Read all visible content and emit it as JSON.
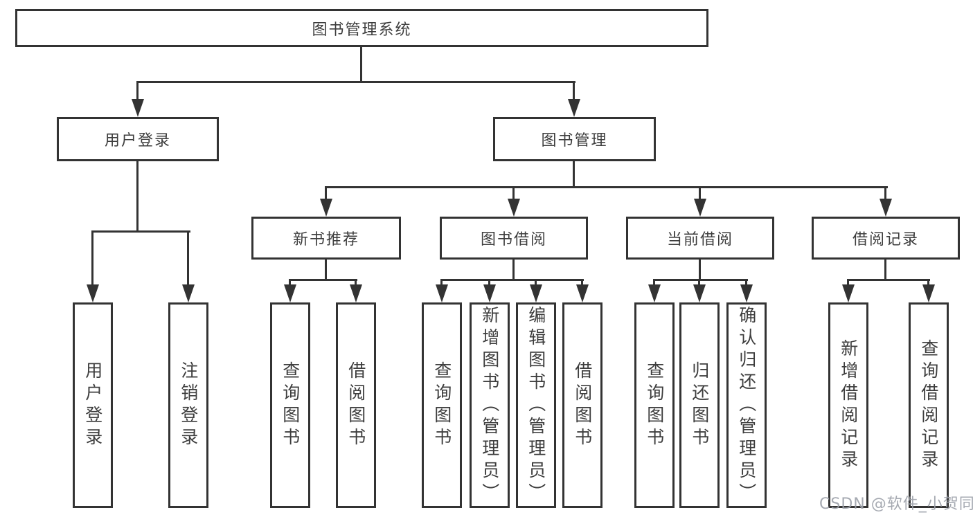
{
  "diagram": {
    "root": "图书管理系统",
    "user_login": {
      "label": "用户登录",
      "children": [
        "用户登录",
        "注销登录"
      ]
    },
    "book_mgmt": {
      "label": "图书管理",
      "sections": [
        {
          "label": "新书推荐",
          "children": [
            "查询图书",
            "借阅图书"
          ]
        },
        {
          "label": "图书借阅",
          "children": [
            "查询图书",
            "新增图书（管理员）",
            "编辑图书（管理员）",
            "借阅图书"
          ]
        },
        {
          "label": "当前借阅",
          "children": [
            "查询图书",
            "归还图书",
            "确认归还（管理员）"
          ]
        },
        {
          "label": "借阅记录",
          "children": [
            "新增借阅记录",
            "查询借阅记录"
          ]
        }
      ]
    }
  },
  "colors": {
    "line": "#333333",
    "text": "#3d3d3d",
    "watermark": "#9ba0a8"
  },
  "watermark": "CSDN @软件_小贺同学"
}
